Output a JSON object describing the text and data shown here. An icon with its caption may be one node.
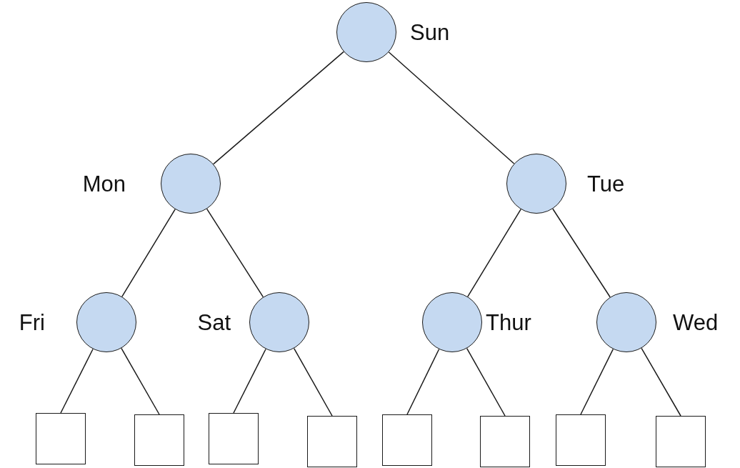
{
  "diagram": {
    "nodes": [
      {
        "text": [
          "Sun"
        ]
      },
      {
        "text": [
          "Mon"
        ]
      },
      {
        "text": [
          "Tue"
        ]
      },
      {
        "text": [
          "Fri"
        ]
      },
      {
        "text": [
          "Sat"
        ]
      },
      {
        "text": [
          "Thur"
        ]
      },
      {
        "text": [
          "Wed"
        ]
      },
      {
        "text": [],
        "shape": "box"
      },
      {
        "text": [],
        "shape": "box"
      },
      {
        "text": [],
        "shape": "box"
      },
      {
        "text": [],
        "shape": "box"
      },
      {
        "text": [],
        "shape": "box"
      },
      {
        "text": [],
        "shape": "box"
      },
      {
        "text": [],
        "shape": "box"
      },
      {
        "text": [],
        "shape": "box"
      }
    ],
    "edges": [
      {
        "from": 0,
        "to": 1,
        "arrow": "none"
      },
      {
        "from": 0,
        "to": 2,
        "arrow": "none"
      },
      {
        "from": 1,
        "to": 3,
        "arrow": "none"
      },
      {
        "from": 1,
        "to": 4,
        "arrow": "none"
      },
      {
        "from": 2,
        "to": 5,
        "arrow": "none"
      },
      {
        "from": 2,
        "to": 6,
        "arrow": "none"
      },
      {
        "from": 3,
        "to": 7,
        "arrow": "none"
      },
      {
        "from": 3,
        "to": 8,
        "arrow": "none"
      },
      {
        "from": 4,
        "to": 9,
        "arrow": "none"
      },
      {
        "from": 4,
        "to": 10,
        "arrow": "none"
      },
      {
        "from": 5,
        "to": 11,
        "arrow": "none"
      },
      {
        "from": 5,
        "to": 12,
        "arrow": "none"
      },
      {
        "from": 6,
        "to": 13,
        "arrow": "none"
      },
      {
        "from": 6,
        "to": 14,
        "arrow": "none"
      }
    ]
  }
}
